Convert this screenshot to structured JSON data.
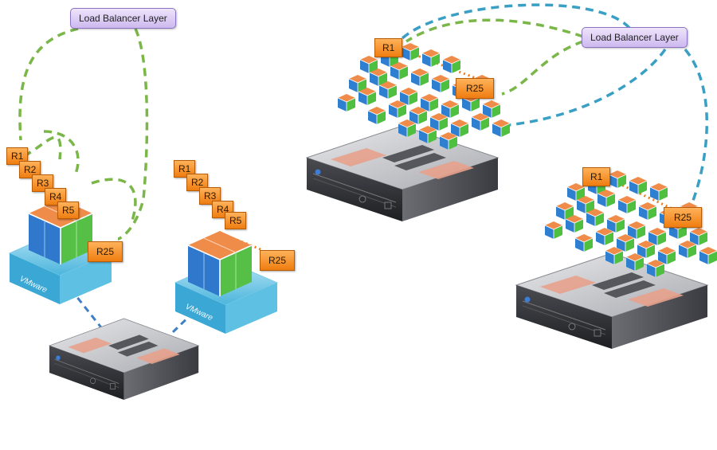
{
  "load_balancer_left": {
    "label": "Load Balancer Layer"
  },
  "load_balancer_right": {
    "label": "Load Balancer Layer"
  },
  "vm_left": {
    "platform_label": "VMware",
    "replicas": [
      "R1",
      "R2",
      "R3",
      "R4",
      "R5"
    ],
    "last_replica": "R25"
  },
  "vm_right": {
    "platform_label": "VMware",
    "replicas": [
      "R1",
      "R2",
      "R3",
      "R4",
      "R5"
    ],
    "last_replica": "R25"
  },
  "server_top": {
    "first_replica": "R1",
    "last_replica": "R25"
  },
  "server_right": {
    "first_replica": "R1",
    "last_replica": "R25"
  },
  "colors": {
    "replica_fill": "#f28a1e",
    "load_balancer_fill": "#d9cbf5",
    "green_dashed": "#7ab648",
    "blue_dashed": "#3a9fc4",
    "dotted_link": "#f07a1a"
  }
}
